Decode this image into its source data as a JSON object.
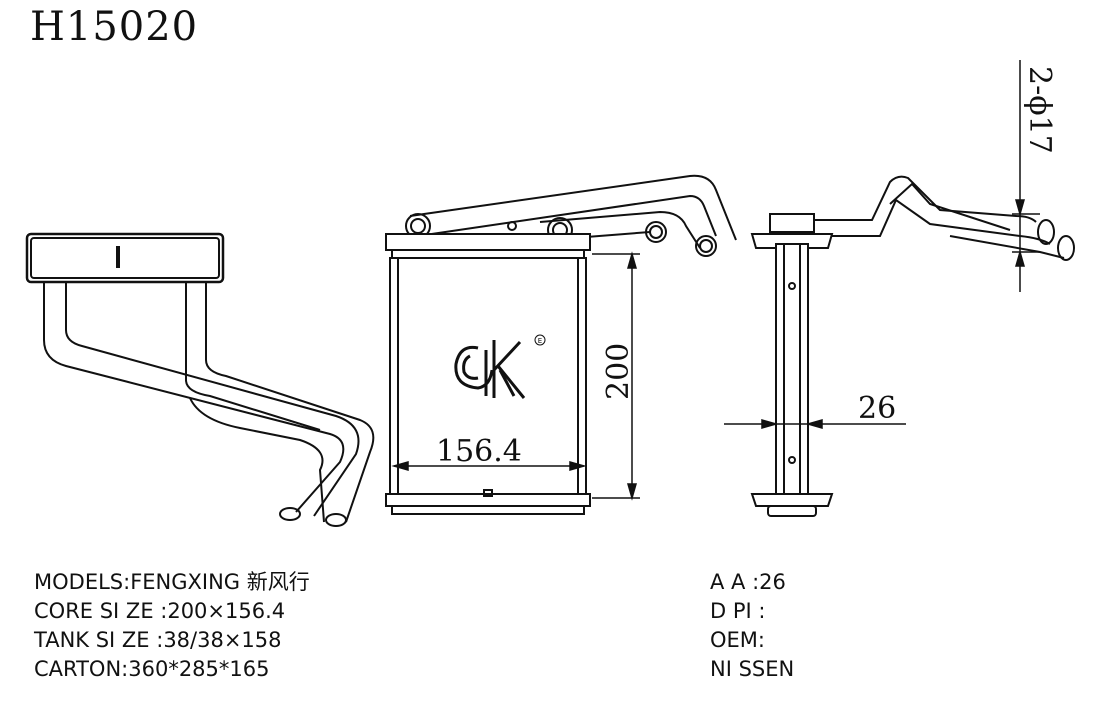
{
  "title": "H15020",
  "dimensions": {
    "height": "200",
    "width": "156.4",
    "depth": "26",
    "pipe": "2-ϕ17"
  },
  "specs_left": [
    "MODELS:FENGXING 新风行",
    "CORE SI ZE :200×156.4",
    "TANK SI ZE :38/38×158",
    "CARTON:360*285*165"
  ],
  "specs_right": [
    "A A :26",
    "D PI :",
    "OEM:",
    "NI SSEN"
  ],
  "logo_mark": "E"
}
